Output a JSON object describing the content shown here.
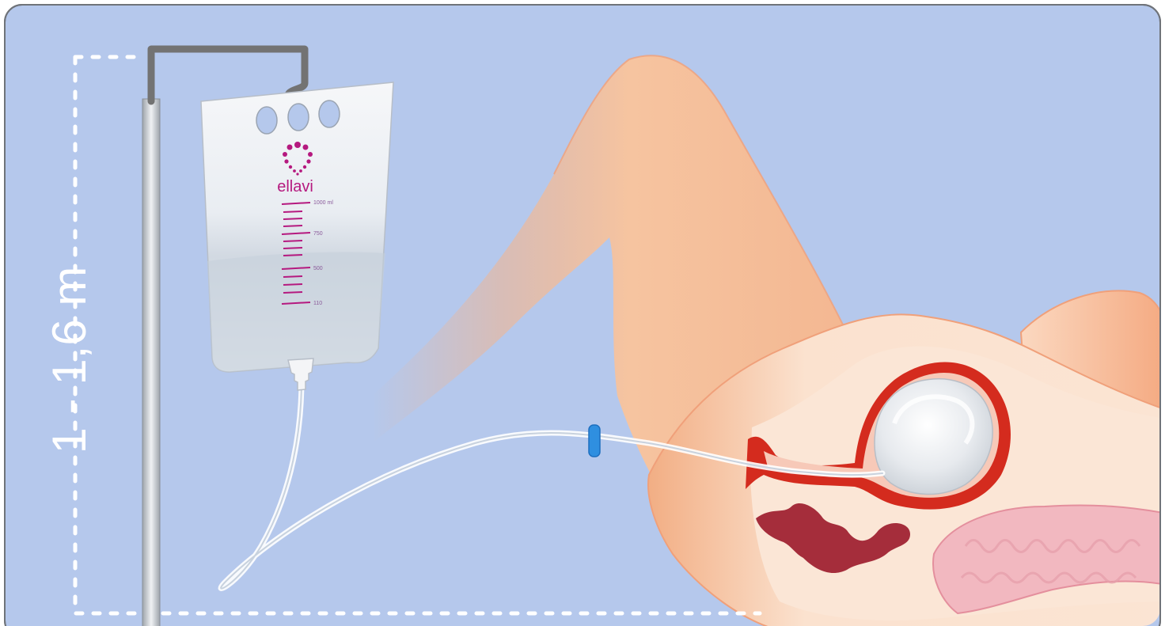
{
  "diagram": {
    "height_label": "1 - 1,6 m",
    "bag": {
      "brand": "ellavi",
      "scale_labels": [
        "1000 ml",
        "750",
        "500",
        "110"
      ]
    }
  },
  "colors": {
    "background": "#b5c8ec",
    "frame_border": "#6f7379",
    "dashed_line": "#ffffff",
    "skin": "#f4b48c",
    "skin_light": "#fbdcc4",
    "uterus_red": "#d42b1e",
    "tissue_dark_red": "#a52d3b",
    "bowel_pink": "#f2b8c0",
    "brand_magenta": "#b5197f",
    "tube": "#ffffff",
    "clamp_blue": "#2f8fe0",
    "pole": "#c7ccd2",
    "hanger": "#737373"
  },
  "icons": {
    "logo": "ellavi-dots-heart-icon"
  }
}
